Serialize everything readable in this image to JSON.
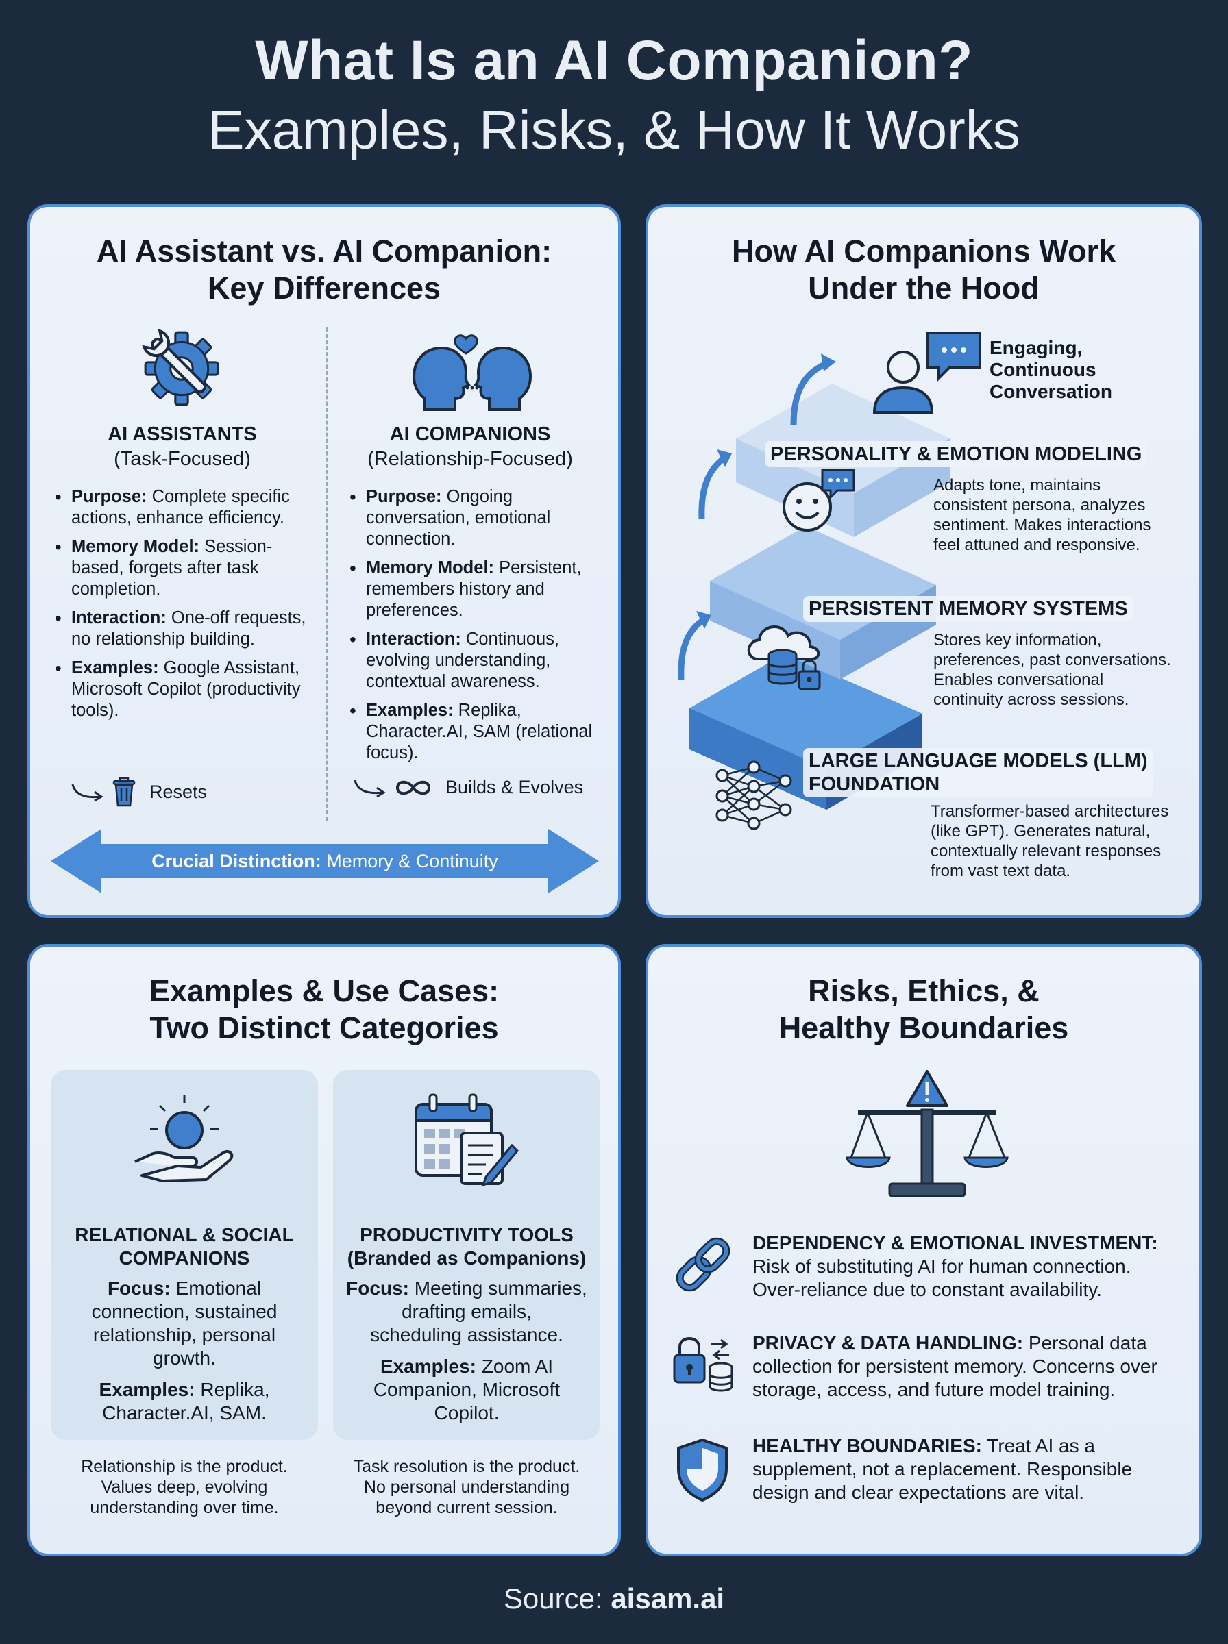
{
  "header": {
    "title": "What Is an AI Companion?",
    "subtitle": "Examples, Risks, & How It Works"
  },
  "differences": {
    "title_line1": "AI Assistant vs. AI Companion:",
    "title_line2": "Key Differences",
    "assistants": {
      "heading": "AI ASSISTANTS",
      "subheading": "(Task-Focused)",
      "items": [
        {
          "key": "Purpose:",
          "text": " Complete specific actions, enhance efficiency."
        },
        {
          "key": "Memory Model:",
          "text": " Session-based, forgets after task completion."
        },
        {
          "key": "Interaction:",
          "text": " One-off requests, no relationship building."
        },
        {
          "key": "Examples:",
          "text": " Google Assistant, Microsoft Copilot (productivity tools)."
        }
      ],
      "outcome": "Resets"
    },
    "companions": {
      "heading": "AI COMPANIONS",
      "subheading": "(Relationship-Focused)",
      "items": [
        {
          "key": "Purpose:",
          "text": " Ongoing conversation, emotional connection."
        },
        {
          "key": "Memory Model:",
          "text": " Persistent, remembers history and preferences."
        },
        {
          "key": "Interaction:",
          "text": " Continuous, evolving understanding, contextual awareness."
        },
        {
          "key": "Examples:",
          "text": " Replika, Character.AI, SAM (relational focus)."
        }
      ],
      "outcome": "Builds & Evolves"
    },
    "distinction_key": "Crucial Distinction:",
    "distinction_text": " Memory & Continuity"
  },
  "how_it_works": {
    "title_line1": "How AI Companions Work",
    "title_line2": "Under the Hood",
    "conversation": [
      "Engaging,",
      "Continuous",
      "Conversation"
    ],
    "layers": [
      {
        "label": "PERSONALITY & EMOTION MODELING",
        "desc": [
          "Adapts tone, maintains",
          "consistent persona, analyzes",
          "sentiment. Makes interactions",
          "feel attuned and responsive."
        ]
      },
      {
        "label": "PERSISTENT MEMORY SYSTEMS",
        "desc": [
          "Stores key information,",
          "preferences, past conversations.",
          "Enables conversational",
          "continuity across sessions."
        ]
      },
      {
        "label_line1": "LARGE LANGUAGE MODELS (LLM)",
        "label_line2": "FOUNDATION",
        "desc": [
          "Transformer-based architectures",
          "(like GPT). Generates natural,",
          "contextually relevant responses",
          "from vast text data."
        ]
      }
    ]
  },
  "examples": {
    "title_line1": "Examples & Use Cases:",
    "title_line2": "Two Distinct Categories",
    "relational": {
      "title_line1": "RELATIONAL & SOCIAL",
      "title_line2": "COMPANIONS",
      "focus_key": "Focus:",
      "focus_lines": [
        " Emotional",
        "connection, sustained",
        "relationship, personal",
        "growth."
      ],
      "examples_key": "Examples:",
      "examples_lines": [
        " Replika,",
        "Character.AI, SAM."
      ],
      "footer": [
        "Relationship is the product.",
        "Values deep, evolving",
        "understanding over time."
      ]
    },
    "productivity": {
      "title_line1": "PRODUCTIVITY TOOLS",
      "title_line2": "(Branded as Companions)",
      "focus_key": "Focus:",
      "focus_lines": [
        " Meeting summaries,",
        "drafting emails,",
        "scheduling assistance."
      ],
      "examples_key": "Examples:",
      "examples_lines": [
        " Zoom AI",
        "Companion, Microsoft",
        "Copilot."
      ],
      "footer": [
        "Task resolution is the product.",
        "No personal understanding",
        "beyond current session."
      ]
    }
  },
  "risks": {
    "title_line1": "Risks, Ethics, &",
    "title_line2": "Healthy Boundaries",
    "items": [
      {
        "key": "DEPENDENCY & EMOTIONAL INVESTMENT:",
        "text": " Risk of substituting AI for human connection. Over-reliance due to constant availability."
      },
      {
        "key": "PRIVACY & DATA HANDLING:",
        "text": " Personal data collection for persistent memory. Concerns over storage, access, and future model training."
      },
      {
        "key": "HEALTHY BOUNDARIES:",
        "text": " Treat AI as a supplement, not a replacement. Responsible design and clear expectations are vital."
      }
    ]
  },
  "source": {
    "label": "Source: ",
    "site": "aisam.ai"
  },
  "colors": {
    "background": "#1c2a3d",
    "accent": "#4f8ed6",
    "panel": "#eef3fa",
    "ink": "#121a26"
  }
}
